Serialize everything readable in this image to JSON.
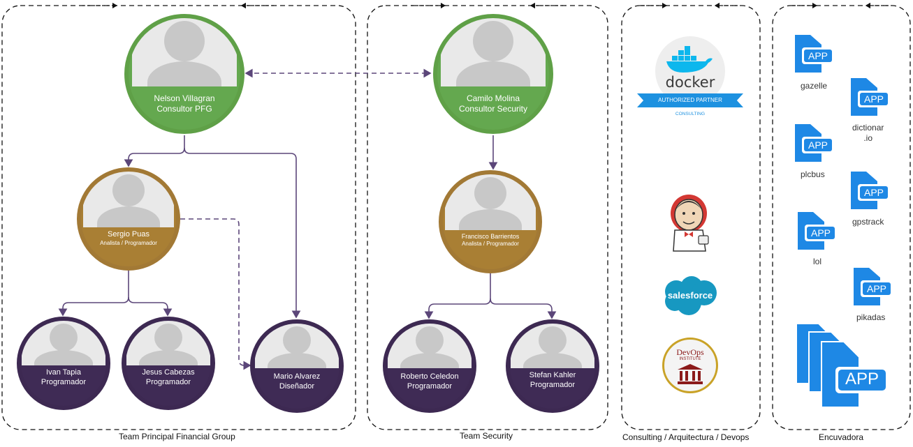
{
  "nodes": {
    "nelson": {
      "name": "Nelson Villagran",
      "role": "Consultor PFG"
    },
    "camilo": {
      "name": "Camilo Molina",
      "role": "Consultor Security"
    },
    "sergio": {
      "name": "Sergio Puas",
      "role": "Analista / Programador"
    },
    "francisco": {
      "name": "Francisco Barrientos",
      "role": "Analista / Programador"
    },
    "ivan": {
      "name": "Ivan Tapia",
      "role": "Programador"
    },
    "jesus": {
      "name": "Jesus Cabezas",
      "role": "Programador"
    },
    "mario": {
      "name": "Mario Alvarez",
      "role": "Diseñador"
    },
    "roberto": {
      "name": "Roberto Celedon",
      "role": "Programador"
    },
    "stefan": {
      "name": "Stefan Kahler",
      "role": "Programador"
    }
  },
  "teams": {
    "pfg": "Team Principal Financial Group",
    "security": "Team Security",
    "consulting": "Consulting / Arquitectura / Devops",
    "encuvadora": "Encuvadora"
  },
  "logos": {
    "docker": {
      "word": "docker",
      "ribbon": "AUTHORIZED PARTNER",
      "sub": "CONSULTING"
    },
    "salesforce": {
      "word": "salesforce"
    },
    "devops": {
      "top": "DevOps",
      "sub": "INSTITUTE"
    }
  },
  "apps": {
    "icon_text": "APP",
    "gazelle": "gazelle",
    "dictionario_line1": "dictionar",
    "dictionario_line2": ".io",
    "plcbus": "plcbus",
    "gpstrack": "gpstrack",
    "lol": "lol",
    "pikadas": "pikadas"
  },
  "colors": {
    "green": "#64a84f",
    "gold": "#a97f34",
    "purple": "#3f2b55",
    "connector": "#5b4679",
    "app_blue": "#1e88e5"
  }
}
